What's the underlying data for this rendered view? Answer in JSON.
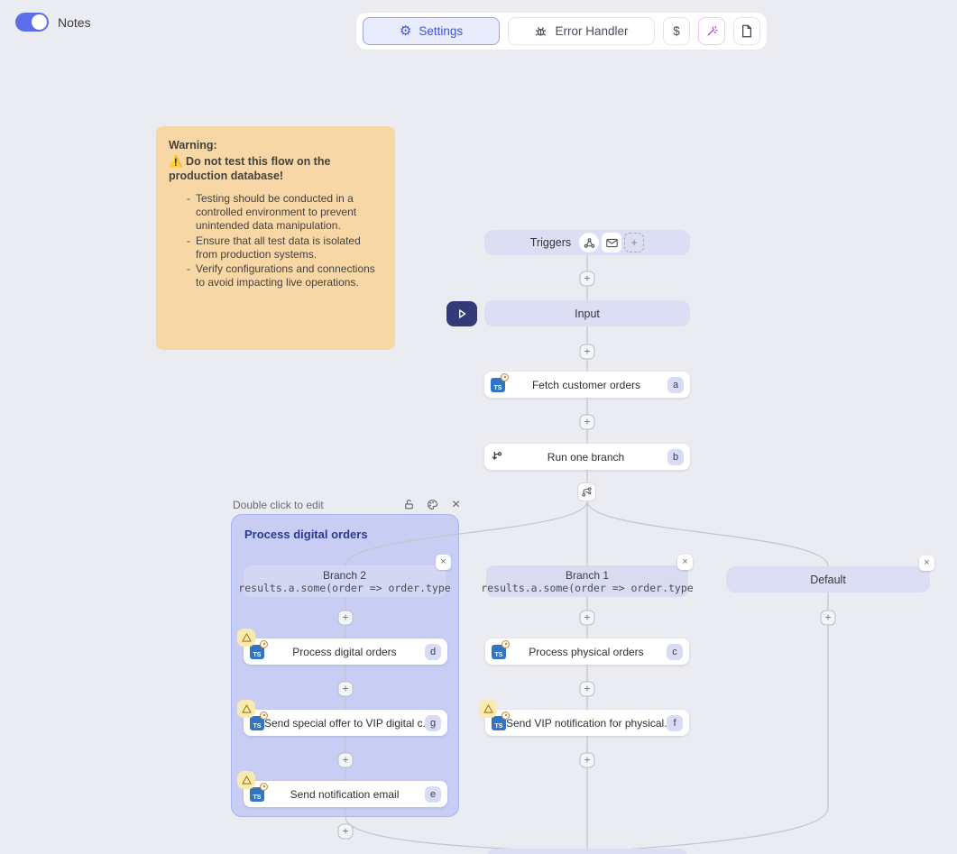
{
  "header": {
    "notes_label": "Notes",
    "notes_toggle_on": true,
    "toolbar": {
      "settings_label": "Settings",
      "error_handler_label": "Error Handler",
      "dollar_label": "$"
    }
  },
  "glyphs": {
    "plus": "+",
    "close": "×"
  },
  "warning_note": {
    "title": "Warning:",
    "subtitle": "⚠️ Do not test this flow on the production database!",
    "items": [
      "Testing should be conducted in a controlled environment to prevent unintended data manipulation.",
      "Ensure that all test data is isolated from production systems.",
      "Verify configurations and connections to avoid impacting live operations."
    ]
  },
  "flow": {
    "triggers": {
      "label": "Triggers"
    },
    "input": {
      "label": "Input"
    },
    "fetch_orders": {
      "label": "Fetch customer orders",
      "badge": "a"
    },
    "run_one_branch": {
      "label": "Run one branch",
      "badge": "b"
    },
    "group": {
      "edit_hint": "Double click to edit",
      "title": "Process digital orders"
    },
    "branch2": {
      "label": "Branch 2",
      "code": "results.a.some(order => order.type"
    },
    "branch1": {
      "label": "Branch 1",
      "code": "results.a.some(order => order.type"
    },
    "default_branch": {
      "label": "Default"
    },
    "nodes": {
      "process_digital": {
        "label": "Process digital orders",
        "badge": "d"
      },
      "send_special_offer": {
        "label": "Send special offer to VIP digital c...",
        "badge": "g"
      },
      "send_notification_email": {
        "label": "Send notification email",
        "badge": "e"
      },
      "process_physical": {
        "label": "Process physical orders",
        "badge": "c"
      },
      "send_vip_notification": {
        "label": "Send VIP notification for physical...",
        "badge": "f"
      }
    },
    "ts_icon_label": "TS"
  },
  "colors": {
    "canvas_bg": "#ebecf2",
    "accent_indigo": "#4255d4",
    "toggle_on": "#5b6ee9",
    "wand_magenta": "#bf3bd9",
    "note_bg": "#f7d7a5",
    "group_bg": "#aab5f6",
    "group_title": "#2c3a8f",
    "warn_badge_bg": "#f9eab0",
    "edge": "#c2c4cf",
    "play_btn": "#333a77",
    "ts_blue": "#3276c3"
  }
}
